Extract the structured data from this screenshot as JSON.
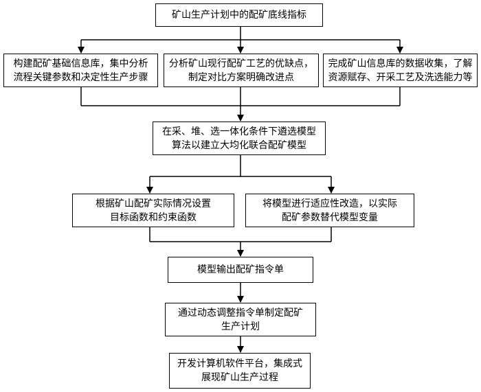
{
  "flowchart": {
    "top": "矿山生产计划中的配矿底线指标",
    "info_library": "构建配矿基础信息库，集中分析\n流程关键参数和决定性生产步骤",
    "process_analysis": "分析矿山现行配矿工艺的优缺点，\n制定对比方案明确改进点",
    "data_collection": "完成矿山信息库的数据收集，了解\n资源赋存、开采工艺及洗选能力等",
    "model_selection": "在采、堆、选一体化条件下遴选模型\n算法以建立大均化联合配矿模型",
    "objective": "根据矿山配矿实际情况设置\n目标函数和约束函数",
    "adaptation": "将模型进行适应性改造，以实际\n配矿参数替代模型变量",
    "output": "模型输出配矿指令单",
    "dynamic_adjust": "通过动态调整指令单制定配矿\n生产计划",
    "platform": "开发计算机软件平台，集成式\n展现矿山生产过程"
  }
}
